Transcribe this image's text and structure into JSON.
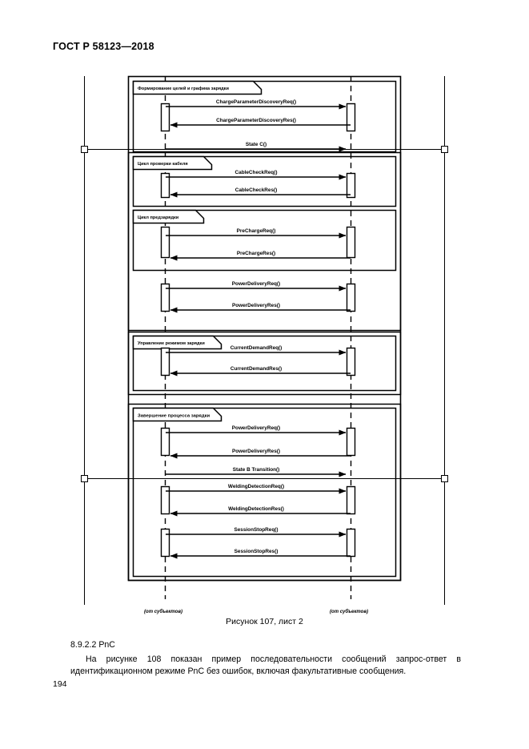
{
  "document": {
    "standard_header": "ГОСТ Р 58123—2018",
    "page_number": "194",
    "figure_caption": "Рисунок 107, лист 2",
    "section_number": "8.9.2.2 PnC",
    "paragraph": "На рисунке 108 показан пример последовательности сообщений запрос-ответ в идентификационном режиме PnC без ошибок, включая факультативные сообщения."
  },
  "diagram": {
    "type": "uml-sequence-diagram",
    "lifelines": [
      {
        "id": "left",
        "footer_label": "(от субъектов)"
      },
      {
        "id": "right",
        "footer_label": "(от субъектов)"
      }
    ],
    "fragments": [
      {
        "id": "frag-charge-schedule",
        "label": "Формирование целей и графика зарядки"
      },
      {
        "id": "frag-cable-check",
        "label": "Цикл проверки кабеля"
      },
      {
        "id": "frag-precharge",
        "label": "Цикл предзарядки"
      },
      {
        "id": "frag-charge-control",
        "label": "Управление режимом зарядки"
      },
      {
        "id": "frag-charge-end",
        "label": "Завершение процесса зарядки"
      }
    ],
    "messages": [
      {
        "id": "m1",
        "label": "ChargeParameterDiscoveryReq()",
        "direction": "left-to-right"
      },
      {
        "id": "m2",
        "label": "ChargeParameterDiscoveryRes()",
        "direction": "right-to-left"
      },
      {
        "id": "m3",
        "label": "State C()",
        "direction": "left-to-right"
      },
      {
        "id": "m4",
        "label": "CableCheckReq()",
        "direction": "left-to-right"
      },
      {
        "id": "m5",
        "label": "CableCheckRes()",
        "direction": "right-to-left"
      },
      {
        "id": "m6",
        "label": "PreChargeReq()",
        "direction": "left-to-right"
      },
      {
        "id": "m7",
        "label": "PreChargeRes()",
        "direction": "right-to-left"
      },
      {
        "id": "m8",
        "label": "PowerDeliveryReq()",
        "direction": "left-to-right"
      },
      {
        "id": "m9",
        "label": "PowerDeliveryRes()",
        "direction": "right-to-left"
      },
      {
        "id": "m10",
        "label": "CurrentDemandReq()",
        "direction": "left-to-right"
      },
      {
        "id": "m11",
        "label": "CurrentDemandRes()",
        "direction": "right-to-left"
      },
      {
        "id": "m12",
        "label": "PowerDeliveryReq()",
        "direction": "left-to-right"
      },
      {
        "id": "m13",
        "label": "PowerDeliveryRes()",
        "direction": "right-to-left"
      },
      {
        "id": "m14",
        "label": "State B Transition()",
        "direction": "left-to-right"
      },
      {
        "id": "m15",
        "label": "WeldingDetectionReq()",
        "direction": "left-to-right"
      },
      {
        "id": "m16",
        "label": "WeldingDetectionRes()",
        "direction": "right-to-left"
      },
      {
        "id": "m17",
        "label": "SessionStopReq()",
        "direction": "left-to-right"
      },
      {
        "id": "m18",
        "label": "SessionStopRes()",
        "direction": "right-to-left"
      }
    ],
    "colors": {
      "line": "#000000",
      "background": "#ffffff"
    }
  }
}
